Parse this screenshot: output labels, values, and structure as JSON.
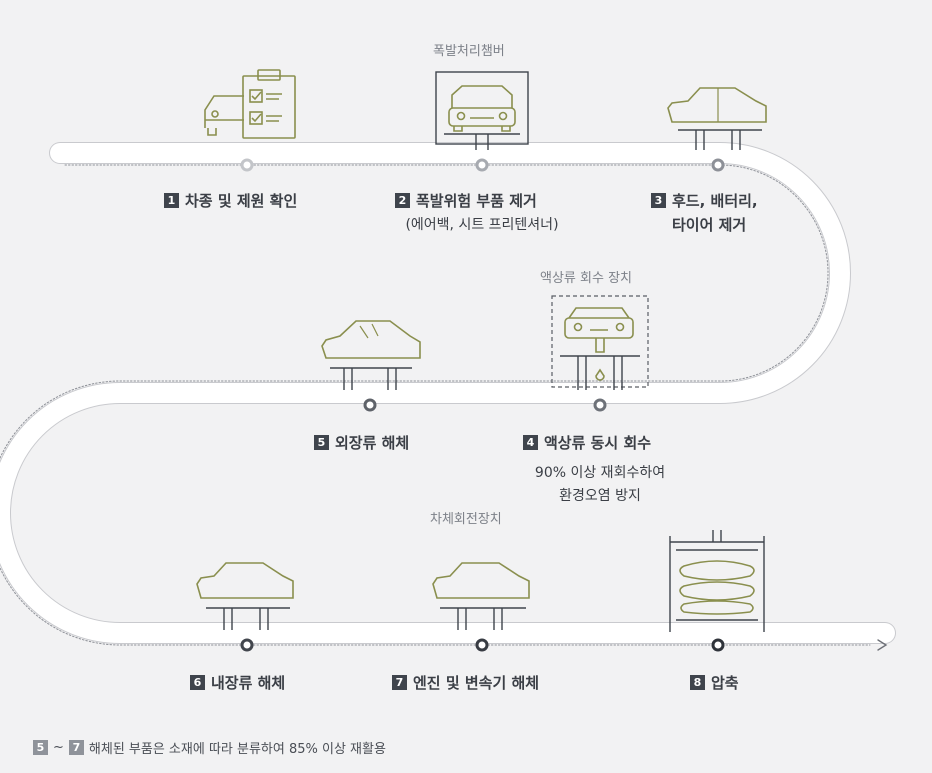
{
  "captions": {
    "explosion_chamber": "폭발처리챔버",
    "fluid_device": "액상류 회수 장치",
    "rotation_device": "차체회전장치"
  },
  "steps": [
    {
      "num": "1",
      "label": "차종 및 제원 확인"
    },
    {
      "num": "2",
      "label": "폭발위험 부품 제거",
      "sub": "(에어백, 시트 프리텐셔너)"
    },
    {
      "num": "3",
      "label_line1": "후드, 배터리,",
      "label_line2": "타이어 제거"
    },
    {
      "num": "4",
      "label": "액상류 동시 회수",
      "sub_line1": "90% 이상 재회수하여",
      "sub_line2": "환경오염 방지"
    },
    {
      "num": "5",
      "label": "외장류 해체"
    },
    {
      "num": "6",
      "label": "내장류 해체"
    },
    {
      "num": "7",
      "label": "엔진 및 변속기 해체"
    },
    {
      "num": "8",
      "label": "압축"
    }
  ],
  "footnote": {
    "from": "5",
    "tilde": "~",
    "to": "7",
    "text": "해체된 부품은 소재에 따라 분류하여 85% 이상 재활용"
  },
  "colors": {
    "background": "#f2f2f3",
    "accent_olive": "#8a8f4e",
    "dark": "#3f444c",
    "gray": "#8f939a"
  }
}
